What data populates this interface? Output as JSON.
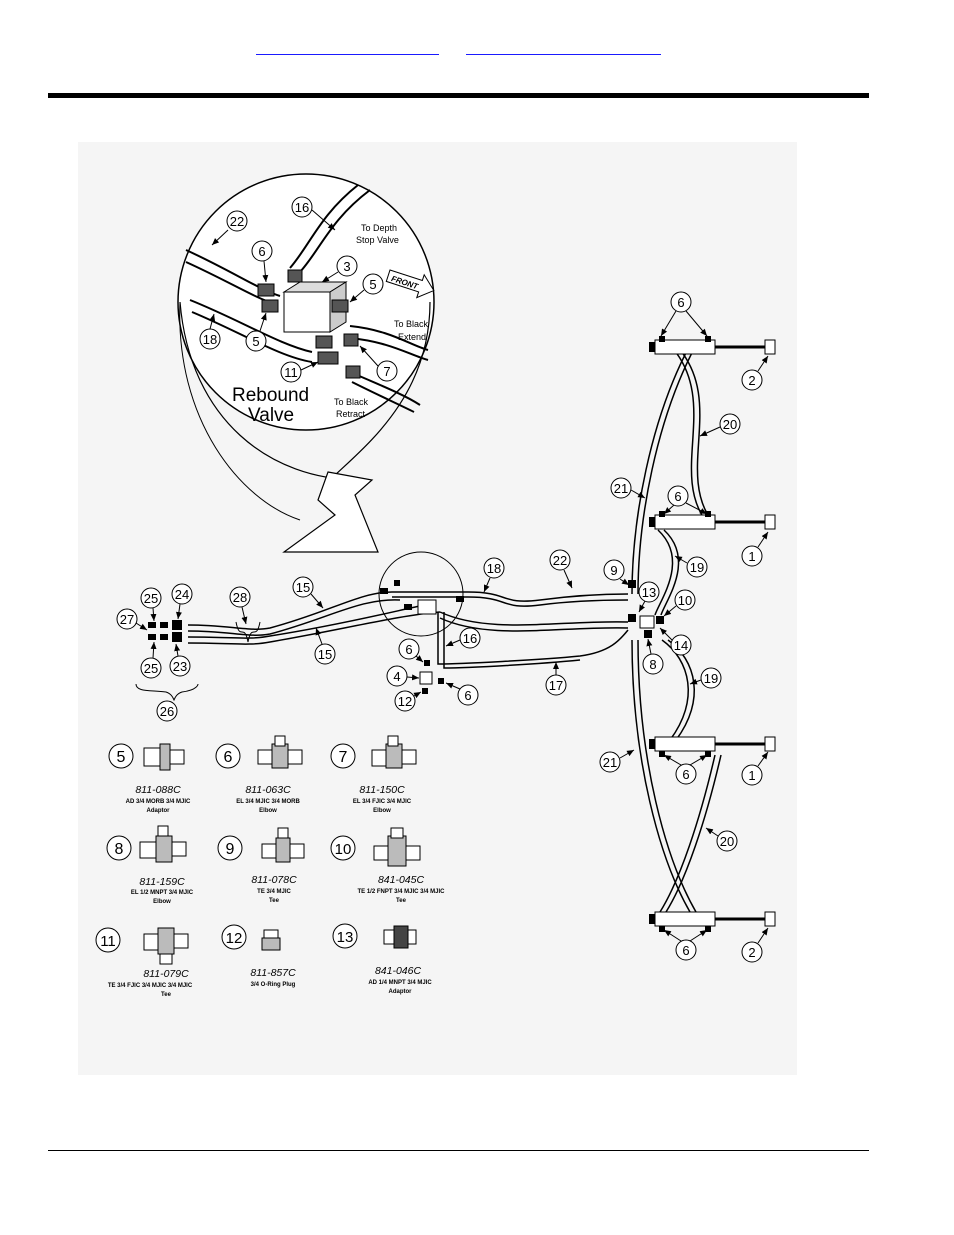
{
  "header": {
    "links": [
      "",
      ""
    ]
  },
  "inset": {
    "title_line1": "Rebound",
    "title_line2": "Valve",
    "notes": [
      [
        "To Depth",
        "Stop Valve"
      ],
      [
        "To Black",
        "Extend"
      ],
      [
        "To Black",
        "Retract"
      ]
    ],
    "front_label": "FRONT"
  },
  "callouts": {
    "inset": [
      "16",
      "22",
      "6",
      "3",
      "5",
      "18",
      "5",
      "11",
      "7"
    ],
    "main": [
      "6",
      "2",
      "20",
      "21",
      "6",
      "1",
      "19",
      "9",
      "22",
      "18",
      "15",
      "28",
      "25",
      "24",
      "27",
      "25",
      "23",
      "26",
      "15",
      "13",
      "10",
      "14",
      "8",
      "16",
      "6",
      "4",
      "12",
      "6",
      "17",
      "19",
      "21",
      "1",
      "6",
      "20",
      "6",
      "2"
    ]
  },
  "parts": [
    {
      "num": "5",
      "pn": "811-088C",
      "desc": [
        "AD 3/4 MORB 3/4 MJIC",
        "Adaptor"
      ]
    },
    {
      "num": "6",
      "pn": "811-063C",
      "desc": [
        "EL 3/4 MJIC 3/4 MORB",
        "Elbow"
      ]
    },
    {
      "num": "7",
      "pn": "811-150C",
      "desc": [
        "EL 3/4 FJIC 3/4 MJIC",
        "Elbow"
      ]
    },
    {
      "num": "8",
      "pn": "811-159C",
      "desc": [
        "EL 1/2 MNPT 3/4 MJIC",
        "Elbow"
      ]
    },
    {
      "num": "9",
      "pn": "811-078C",
      "desc": [
        "TE 3/4 MJIC",
        "Tee"
      ]
    },
    {
      "num": "10",
      "pn": "841-045C",
      "desc": [
        "TE 1/2 FNPT 3/4 MJIC 3/4 MJIC",
        "Tee"
      ]
    },
    {
      "num": "11",
      "pn": "811-079C",
      "desc": [
        "TE 3/4 FJIC 3/4 MJIC 3/4 MJIC",
        "Tee"
      ]
    },
    {
      "num": "12",
      "pn": "811-857C",
      "desc": [
        "3/4 O-Ring Plug",
        ""
      ]
    },
    {
      "num": "13",
      "pn": "841-046C",
      "desc": [
        "AD 1/4 MNPT 3/4 MJIC",
        "Adaptor"
      ]
    }
  ]
}
